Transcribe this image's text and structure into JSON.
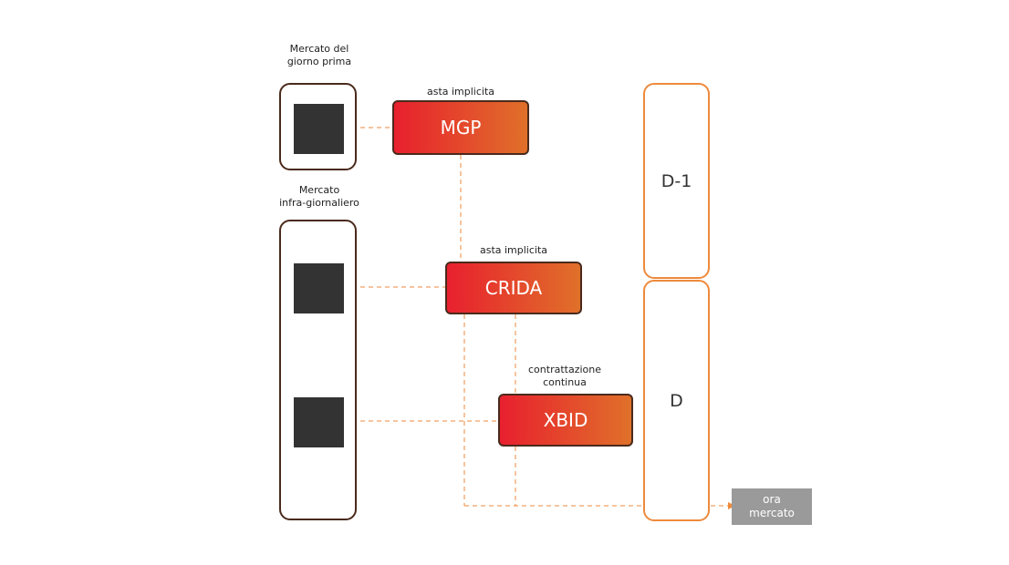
{
  "labels": {
    "mgp_market": "Mercato del\ngiorno prima",
    "intraday_market": "Mercato\ninfra-giornaliero",
    "mgp_mode": "asta implicita",
    "crida_mode": "asta implicita",
    "xbid_mode": "contrattazione\ncontinua"
  },
  "auctions": {
    "mgp": "MGP",
    "crida": "CRIDA",
    "xbid": "XBID"
  },
  "days": {
    "d_minus_1": "D-1",
    "d": "D"
  },
  "ora_mercato": "ora\nmercato",
  "colors": {
    "dashed_line": "#ee8a3c",
    "box_border": "#4a2a1c",
    "gradient_start": "#e8202e",
    "gradient_end": "#e0702a",
    "square": "#333333",
    "ora_bg": "#9a9a9a"
  }
}
